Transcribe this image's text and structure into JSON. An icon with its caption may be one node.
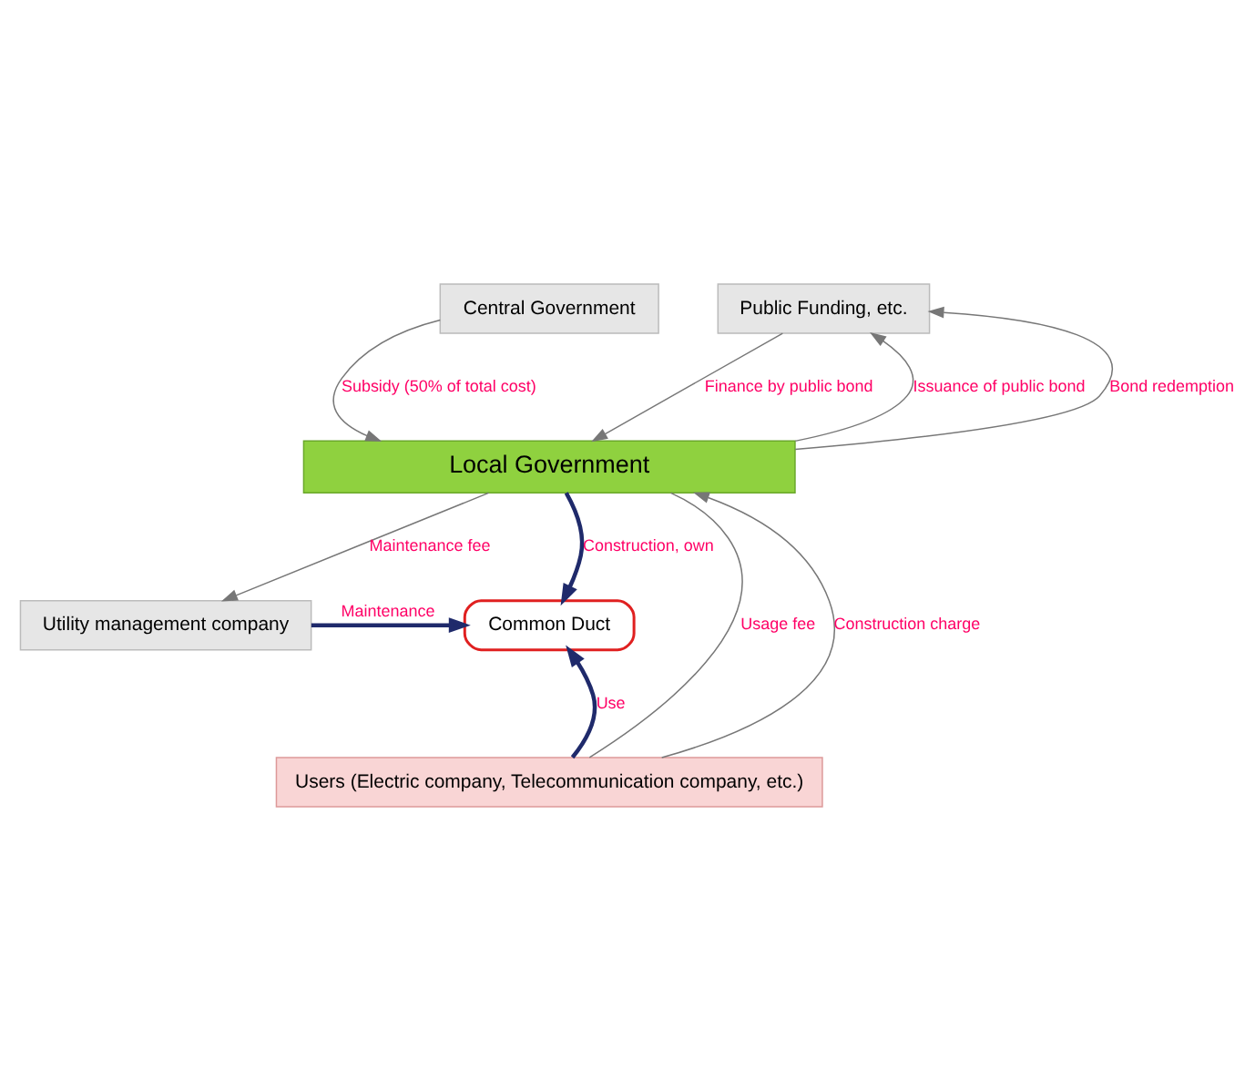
{
  "diagram": {
    "nodes": [
      {
        "text": [
          "Central Government"
        ]
      },
      {
        "text": [
          "Public Funding, etc."
        ]
      },
      {
        "text": [
          "Local Government"
        ]
      },
      {
        "text": [
          "Common Duct"
        ]
      },
      {
        "text": [
          "Utility management company"
        ]
      },
      {
        "text": [
          "Users (Electric company, Telecommunication company, etc.)"
        ]
      }
    ],
    "edges": [
      {
        "from": 0,
        "to": 2,
        "arrow": "to",
        "label": "Subsidy (50% of total cost)"
      },
      {
        "from": 2,
        "to": 1,
        "arrow": "to",
        "label": "Issuance of public bond"
      },
      {
        "from": 1,
        "to": 2,
        "arrow": "to",
        "label": "Finance by public bond"
      },
      {
        "from": 2,
        "to": 1,
        "arrow": "to",
        "label": "Bond redemption"
      },
      {
        "from": 2,
        "to": 3,
        "arrow": "to",
        "label": "Construction, own",
        "style": "thick",
        "color": "#1f2a6b"
      },
      {
        "from": 4,
        "to": 3,
        "arrow": "to",
        "label": "Maintenance",
        "style": "thick",
        "color": "#1f2a6b"
      },
      {
        "from": 5,
        "to": 3,
        "arrow": "to",
        "label": "Use",
        "style": "thick",
        "color": "#1f2a6b"
      },
      {
        "from": 2,
        "to": 4,
        "arrow": "to",
        "label": "Maintenance fee"
      },
      {
        "from": 5,
        "to": 2,
        "arrow": "none",
        "label": "Usage fee"
      },
      {
        "from": 5,
        "to": 2,
        "arrow": "to",
        "label": "Construction charge"
      }
    ]
  }
}
